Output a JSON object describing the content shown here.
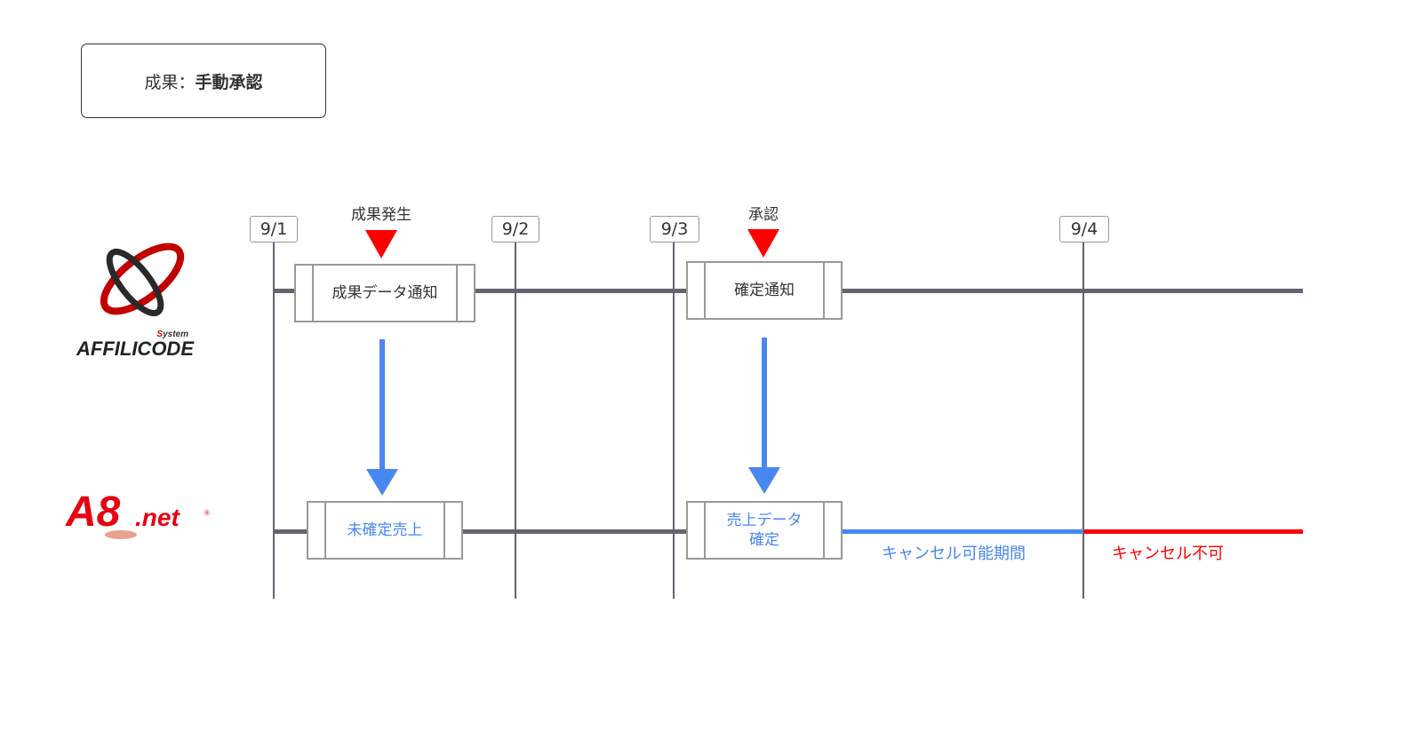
{
  "title": {
    "prefix": "成果：",
    "main": "手動承認"
  },
  "logos": {
    "affilicode": {
      "name": "AFFILICODE",
      "tag": "System"
    },
    "a8": {
      "name": "A8",
      "suffix": ".net",
      "mark": "®"
    }
  },
  "dates": [
    "9/1",
    "9/2",
    "9/3",
    "9/4"
  ],
  "events": [
    {
      "label": "成果発生",
      "marker": "red-triangle"
    },
    {
      "label": "承認",
      "marker": "red-triangle"
    }
  ],
  "affilicode_lane": {
    "processes": [
      "成果データ通知",
      "確定通知"
    ]
  },
  "a8_lane": {
    "processes": [
      "未確定売上",
      "売上データ\n確定"
    ],
    "process_lines": [
      "売上データ",
      "確定"
    ]
  },
  "periods": [
    {
      "label": "キャンセル可能期間",
      "color": "#4887ef"
    },
    {
      "label": "キャンセル不可",
      "color": "#ff0000"
    }
  ],
  "colors": {
    "timeline": "#666270",
    "flow_arrow": "#4887ef",
    "event_marker": "#ff0000",
    "cancel_possible": "#4887ef",
    "cancel_impossible": "#ff0000"
  }
}
